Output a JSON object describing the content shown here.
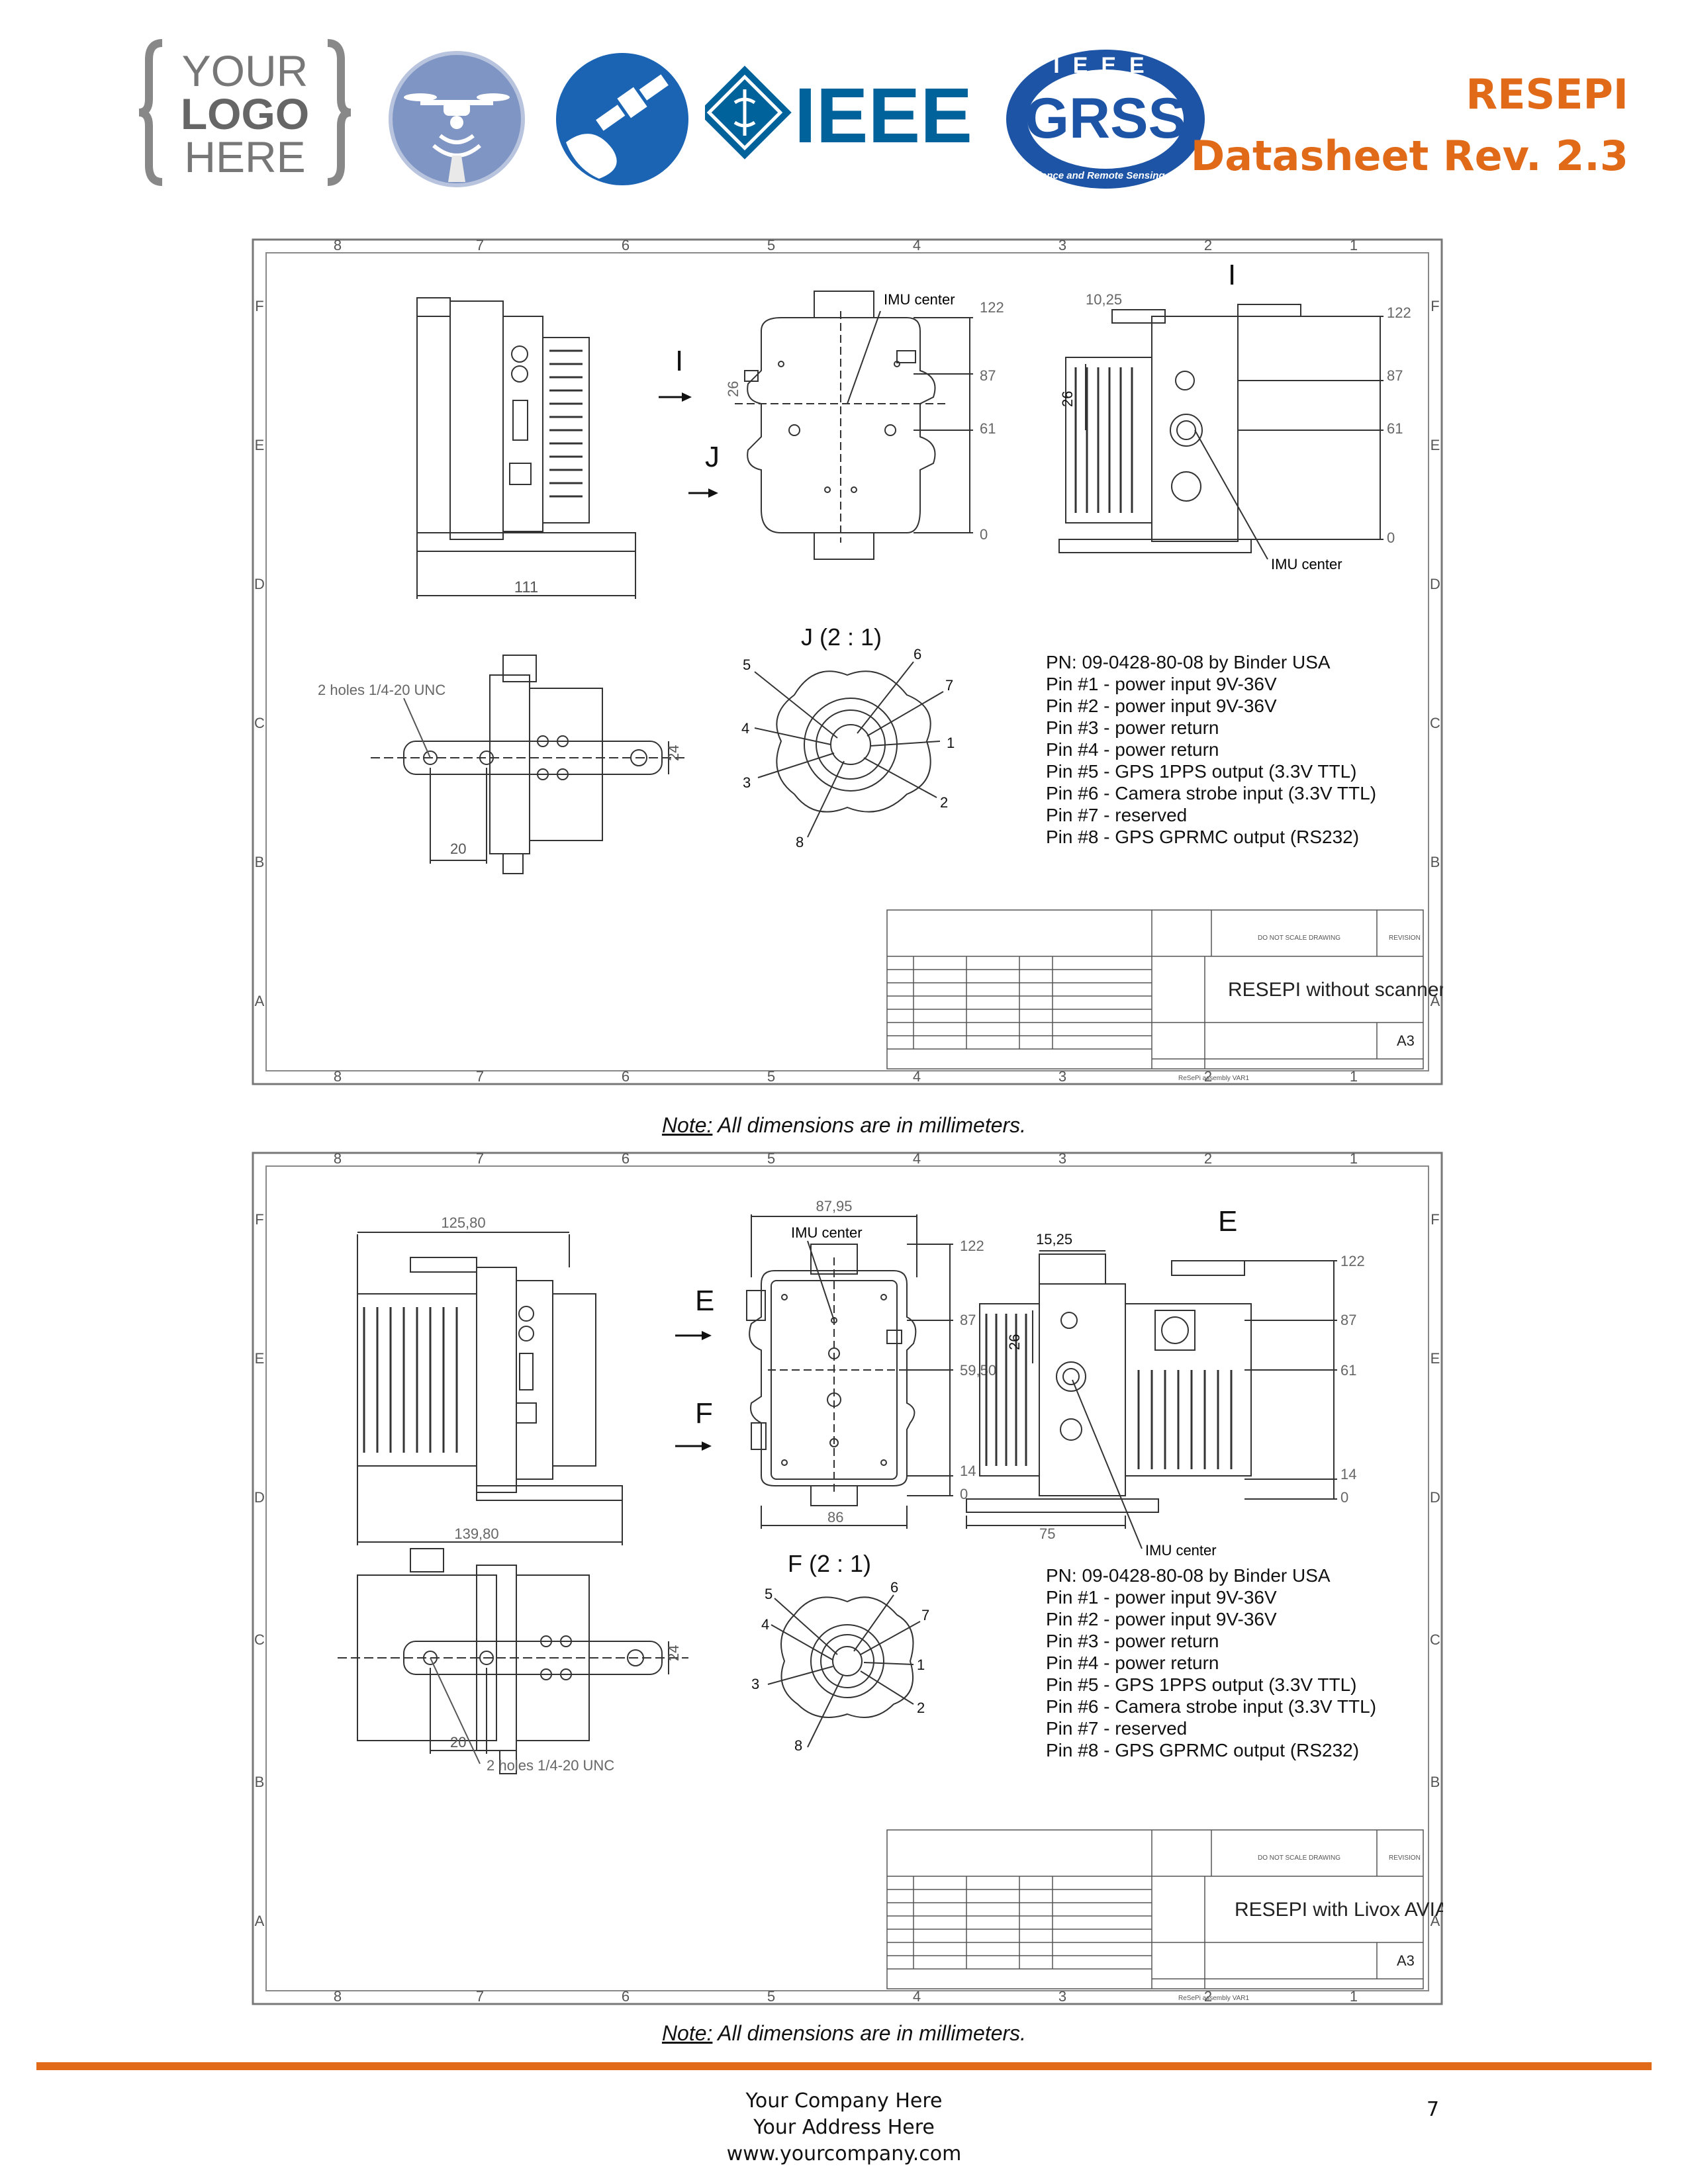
{
  "header": {
    "logo_text": [
      "YOUR",
      "LOGO",
      "HERE"
    ],
    "ieee_logo_text": "IEEE",
    "grss_logo_text": "GRSS",
    "grss_ring_text": "IEEE",
    "grss_ring_bottom": "Geoscience and Remote Sensing Society",
    "title_line1": "RESEPI",
    "title_line2": "Datasheet Rev. 2.3"
  },
  "drawing1": {
    "col_labels": [
      "8",
      "7",
      "6",
      "5",
      "4",
      "3",
      "2",
      "1"
    ],
    "row_labels": [
      "F",
      "E",
      "D",
      "C",
      "B",
      "A"
    ],
    "dims": {
      "width_front": "111",
      "imu_center": "IMU center",
      "imu_center_side": "IMU center",
      "h122": "122",
      "h87": "87",
      "h61": "61",
      "h0": "0",
      "v26": "26",
      "side_offset": "10,25",
      "side_v26": "26",
      "holes": "2 holes 1/4-20 UNC",
      "d20": "20",
      "d24": "24"
    },
    "view_arrows": {
      "i": "I",
      "j": "J",
      "side_i": "I"
    },
    "detail_title": "J  (2 : 1)",
    "pin_numbers": [
      "1",
      "2",
      "3",
      "4",
      "5",
      "6",
      "7",
      "8"
    ],
    "pn": "PN: 09-0428-80-08 by Binder USA",
    "pins": [
      "Pin #1 - power input 9V-36V",
      "Pin #2 - power input 9V-36V",
      "Pin #3 - power return",
      "Pin #4 - power return",
      "Pin #5 - GPS 1PPS output (3.3V TTL)",
      "Pin #6 - Camera strobe input (3.3V TTL)",
      "Pin #7 - reserved",
      "Pin #8 - GPS GPRMC output (RS232)"
    ],
    "tb_title": "RESEPI without scanner",
    "tb_size": "A3",
    "tb_note": "DO NOT SCALE DRAWING",
    "tb_revision": "REVISION",
    "tb_footer": "ReSePi assembly VAR1"
  },
  "drawing2": {
    "col_labels": [
      "8",
      "7",
      "6",
      "5",
      "4",
      "3",
      "2",
      "1"
    ],
    "row_labels": [
      "F",
      "E",
      "D",
      "C",
      "B",
      "A"
    ],
    "dims": {
      "top_width": "125,80",
      "bottom_width": "139,80",
      "front_width": "87,95",
      "imu_center": "IMU center",
      "imu_center_side": "IMU center",
      "h122": "122",
      "h87": "87",
      "h5950": "59,50",
      "h14": "14",
      "h0": "0",
      "w86": "86",
      "side_offset": "15,25",
      "side_v26": "26",
      "w75": "75",
      "s122": "122",
      "s87": "87",
      "s61": "61",
      "s14": "14",
      "s0": "0",
      "holes": "2 holes 1/4-20 UNC",
      "d20": "20",
      "d24": "24"
    },
    "view_arrows": {
      "e": "E",
      "f": "F",
      "side_e": "E"
    },
    "detail_title": "F  (2 : 1)",
    "pin_numbers": [
      "1",
      "2",
      "3",
      "4",
      "5",
      "6",
      "7",
      "8"
    ],
    "pn": "PN: 09-0428-80-08 by Binder USA",
    "pins": [
      "Pin #1 - power input 9V-36V",
      "Pin #2 - power input 9V-36V",
      "Pin #3 - power return",
      "Pin #4 - power return",
      "Pin #5 - GPS 1PPS output (3.3V TTL)",
      "Pin #6 - Camera strobe input (3.3V TTL)",
      "Pin #7 - reserved",
      "Pin #8 - GPS GPRMC output (RS232)"
    ],
    "tb_title": "RESEPI with Livox AVIA",
    "tb_size": "A3",
    "tb_note": "DO NOT SCALE DRAWING",
    "tb_revision": "REVISION",
    "tb_footer": "ReSePi assembly VAR1"
  },
  "notes": {
    "label": "Note:",
    "text": " All dimensions are in millimeters."
  },
  "footer": {
    "line1": "Your Company Here",
    "line2": "Your Address Here",
    "line3": "www.yourcompany.com",
    "page_number": "7"
  },
  "colors": {
    "accent": "#e06a18",
    "ieee_blue": "#00629b",
    "drawing_line": "#333333"
  }
}
